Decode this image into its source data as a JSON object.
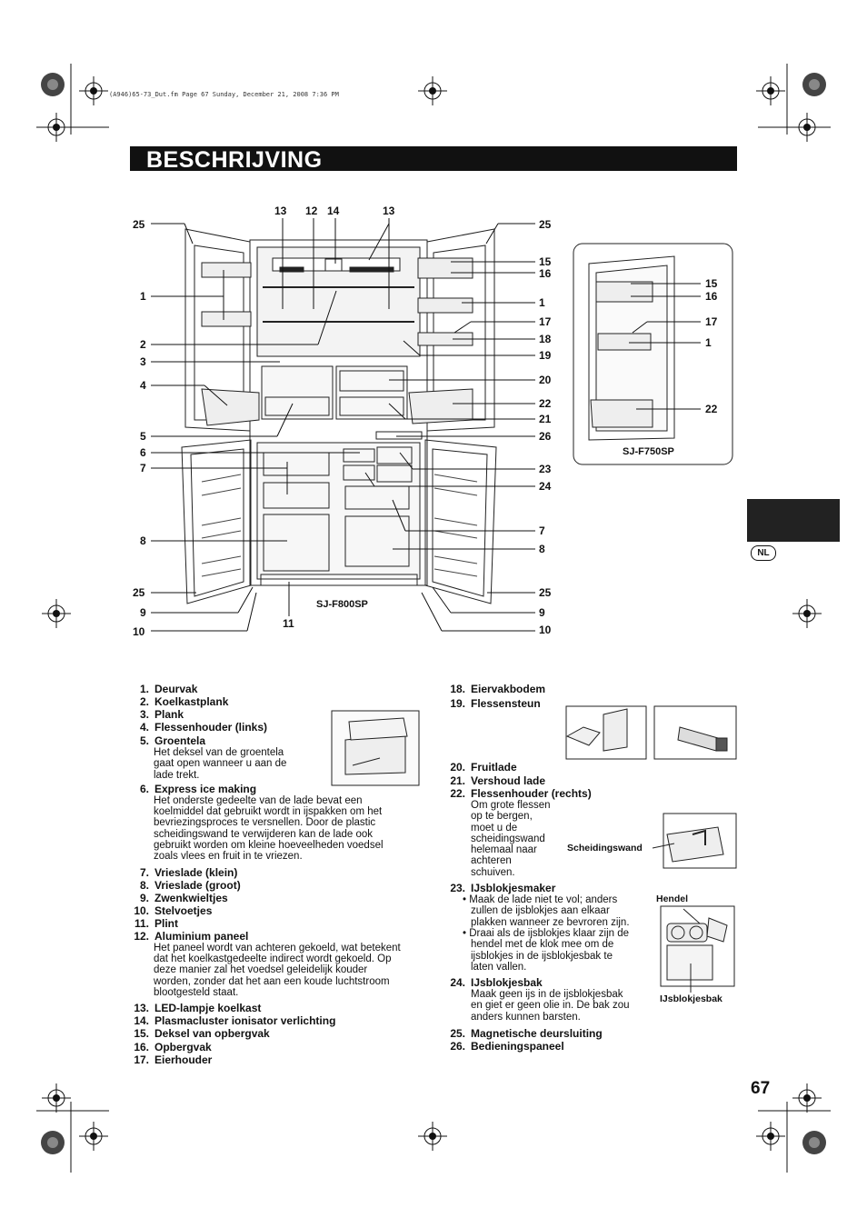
{
  "header_line": "(A946)65-73_Dut.fm  Page 67  Sunday, December 21, 2008  7:36 PM",
  "title": "BESCHRIJVING",
  "lang_badge": "NL",
  "page_number": "67",
  "diagram": {
    "model_main": "SJ-F800SP",
    "model_alt": "SJ-F750SP",
    "top_callouts": [
      "13",
      "12",
      "14",
      "13"
    ],
    "left_callouts": [
      "25",
      "1",
      "2",
      "3",
      "4",
      "5",
      "6",
      "7",
      "8",
      "25",
      "9",
      "10"
    ],
    "right_callouts": [
      "25",
      "15",
      "16",
      "1",
      "17",
      "18",
      "19",
      "20",
      "22",
      "21",
      "26",
      "23",
      "24",
      "7",
      "8",
      "25",
      "9",
      "10"
    ],
    "bottom_callout": "11",
    "alt_callouts": [
      "15",
      "16",
      "17",
      "1",
      "22"
    ]
  },
  "parts_left": [
    {
      "n": "1.",
      "t": "Deurvak"
    },
    {
      "n": "2.",
      "t": "Koelkastplank"
    },
    {
      "n": "3.",
      "t": "Plank"
    },
    {
      "n": "4.",
      "t": "Flessenhouder (links)"
    },
    {
      "n": "5.",
      "t": "Groentela",
      "d": [
        "Het deksel van de groentela",
        "gaat open wanneer u aan de",
        "lade trekt."
      ]
    },
    {
      "n": "6.",
      "t": "Express ice making",
      "d": [
        "Het onderste gedeelte van de lade bevat een",
        "koelmiddel dat gebruikt wordt in ijspakken om het",
        "bevriezingsproces te versnellen. Door de plastic",
        "scheidingswand te verwijderen kan de lade ook",
        "gebruikt worden om kleine hoeveelheden voedsel",
        "zoals vlees en fruit in te vriezen."
      ]
    },
    {
      "n": "7.",
      "t": "Vrieslade (klein)"
    },
    {
      "n": "8.",
      "t": "Vrieslade (groot)"
    },
    {
      "n": "9.",
      "t": "Zwenkwieltjes"
    },
    {
      "n": "10.",
      "t": "Stelvoetjes"
    },
    {
      "n": "11.",
      "t": "Plint"
    },
    {
      "n": "12.",
      "t": "Aluminium paneel",
      "d": [
        "Het paneel wordt van achteren gekoeld, wat betekent",
        "dat het koelkastgedeelte indirect wordt gekoeld. Op",
        "deze manier zal het voedsel geleidelijk kouder",
        "worden, zonder dat het aan een koude luchtstroom",
        "blootgesteld staat."
      ]
    },
    {
      "n": "13.",
      "t": "LED-lampje koelkast"
    },
    {
      "n": "14.",
      "t": "Plasmacluster ionisator verlichting"
    },
    {
      "n": "15.",
      "t": "Deksel van opbergvak"
    },
    {
      "n": "16.",
      "t": "Opbergvak"
    },
    {
      "n": "17.",
      "t": "Eierhouder"
    }
  ],
  "parts_right": [
    {
      "n": "18.",
      "t": "Eiervakbodem"
    },
    {
      "n": "19.",
      "t": "Flessensteun"
    },
    {
      "n": "20.",
      "t": "Fruitlade"
    },
    {
      "n": "21.",
      "t": "Vershoud lade"
    },
    {
      "n": "22.",
      "t": "Flessenhouder (rechts)",
      "d": [
        "Om grote flessen",
        "op te bergen,",
        "moet u de",
        "scheidingswand",
        "helemaal naar",
        "achteren",
        "schuiven."
      ]
    },
    {
      "n": "23.",
      "t": "IJsblokjesmaker",
      "b": [
        [
          "Maak de lade niet te vol; anders",
          "zullen de ijsblokjes aan elkaar",
          "plakken wanneer ze bevroren zijn."
        ],
        [
          "Draai als de ijsblokjes klaar zijn de",
          "hendel met de klok mee om de",
          "ijsblokjes in de ijsblokjesbak te",
          "laten vallen."
        ]
      ]
    },
    {
      "n": "24.",
      "t": "IJsblokjesbak",
      "d": [
        "Maak geen ijs in de ijsblokjesbak",
        "en giet er geen olie in. De bak zou",
        "anders kunnen barsten."
      ]
    },
    {
      "n": "25.",
      "t": "Magnetische deursluiting"
    },
    {
      "n": "26.",
      "t": "Bedieningspaneel"
    }
  ],
  "illustration_labels": {
    "divider": "Scheidingswand",
    "lever": "Hendel",
    "ice_tray": "IJsblokjesbak"
  }
}
